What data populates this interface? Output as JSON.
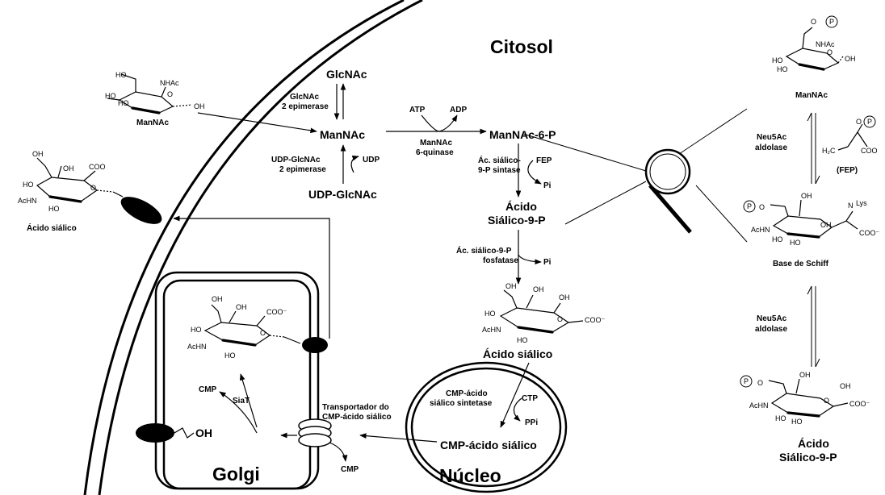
{
  "compartments": {
    "cytosol": "Citosol",
    "golgi": "Golgi",
    "nucleus": "Núcleo"
  },
  "metabolites": {
    "glcnac": "GlcNAc",
    "mannac": "ManNAc",
    "udp_glcnac": "UDP-GlcNAc",
    "mannac_6p": "ManNAc-6-P",
    "sialic_9p_line1": "Ácido",
    "sialic_9p_line2": "Siálico-9-P",
    "sialic_acid": "Ácido siálico",
    "cmp_sialic": "CMP-ácido siálico",
    "atp": "ATP",
    "adp": "ADP",
    "udp": "UDP",
    "fep": "FEP",
    "pi": "Pi",
    "ctp": "CTP",
    "ppi": "PPi",
    "cmp": "CMP"
  },
  "enzymes": {
    "glcnac_epimerase_1": "GlcNAc",
    "glcnac_epimerase_2": "2 epimerase",
    "udp_glcnac_epimerase_1": "UDP-GlcNAc",
    "udp_glcnac_epimerase_2": "2 epimerase",
    "mannac_kinase_1": "ManNAc",
    "mannac_kinase_2": "6-quinase",
    "sia9p_synthase_1": "Ác. siálico-",
    "sia9p_synthase_2": "9-P sintase",
    "sia9p_phosphatase_1": "Ác. siálico-9-P",
    "sia9p_phosphatase_2": "fosfatase",
    "cmp_sia_synthetase_1": "CMP-ácido",
    "cmp_sia_synthetase_2": "siálico sintetase",
    "transporter_1": "Transportador do",
    "transporter_2": "CMP-ácido siálico",
    "siat": "SiaT",
    "neu5ac_aldolase_1": "Neu5Ac",
    "neu5ac_aldolase_2": "aldolase"
  },
  "panel": {
    "mannac": "ManNAc",
    "fep": "(FEP)",
    "schiff_base": "Base de Schiff",
    "sialic_9p_line1": "Ácido",
    "sialic_9p_line2": "Siálico-9-P",
    "aldolase_1": "Neu5Ac",
    "aldolase_2": "aldolase"
  },
  "struct_labels": {
    "ho": "HO",
    "oh": "OH",
    "nhac": "NHAc",
    "achn": "AcHN",
    "o": "O",
    "coo": "COO",
    "coo_minus": "COO⁻",
    "coo_sup": "-",
    "lys": "Lys",
    "n": "N",
    "h2c": "H₂C",
    "p": "P",
    "golgi_oh": "OH"
  }
}
